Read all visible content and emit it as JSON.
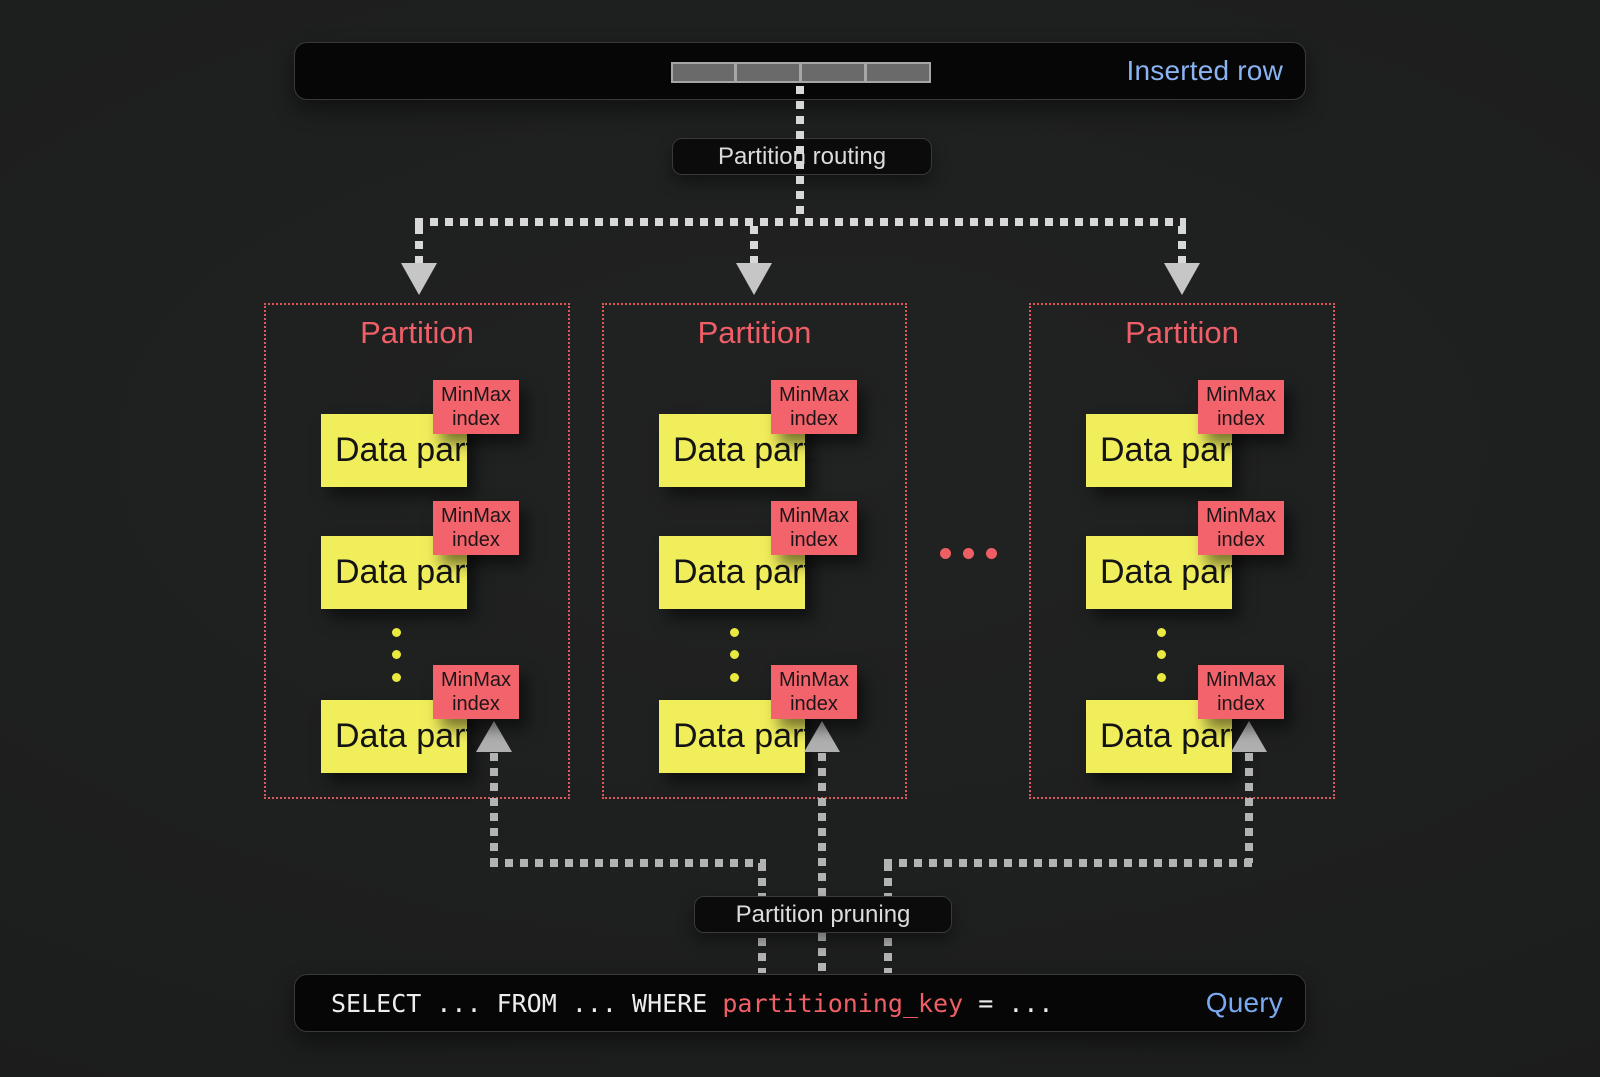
{
  "inserted_row": {
    "label": "Inserted row",
    "cell_count": 4
  },
  "routing_label": "Partition routing",
  "pruning_label": "Partition pruning",
  "partitions": [
    {
      "title": "Partition",
      "parts": [
        {
          "part_label": "Data part",
          "index_label": "MinMax index"
        },
        {
          "part_label": "Data part",
          "index_label": "MinMax index"
        },
        {
          "part_label": "Data part",
          "index_label": "MinMax index"
        }
      ]
    },
    {
      "title": "Partition",
      "parts": [
        {
          "part_label": "Data part",
          "index_label": "MinMax index"
        },
        {
          "part_label": "Data part",
          "index_label": "MinMax index"
        },
        {
          "part_label": "Data part",
          "index_label": "MinMax index"
        }
      ]
    },
    {
      "title": "Partition",
      "parts": [
        {
          "part_label": "Data part",
          "index_label": "MinMax index"
        },
        {
          "part_label": "Data part",
          "index_label": "MinMax index"
        },
        {
          "part_label": "Data part",
          "index_label": "MinMax index"
        }
      ]
    }
  ],
  "ellipsis": {
    "between_partitions": "...",
    "between_parts": "⋮"
  },
  "query": {
    "segments": [
      {
        "text": "SELECT ... FROM ... WHERE ",
        "style": "plain"
      },
      {
        "text": "partitioning_key",
        "style": "key"
      },
      {
        "text": " = ...",
        "style": "plain"
      }
    ],
    "label": "Query"
  },
  "colors": {
    "background": "#1e1f1f",
    "bar_fill": "#060607",
    "accent_blue": "#8ab3f2",
    "query_blue": "#79a9f1",
    "salmon_red": "#f2636b",
    "partition_border_red": "#dd5858",
    "data_part_yellow": "#f1ee5c",
    "connector_light": "#d8d8d8",
    "connector_gray": "#b3b3b3"
  }
}
